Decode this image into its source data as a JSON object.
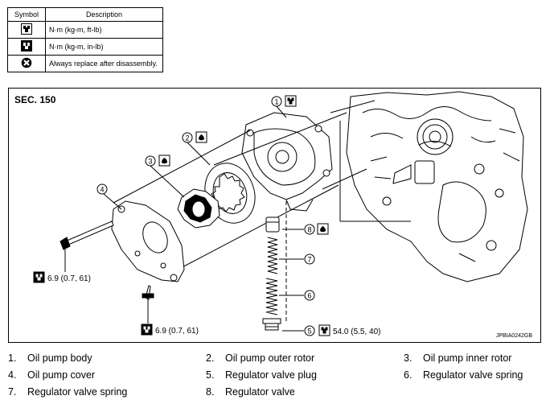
{
  "legend": {
    "header_symbol": "Symbol",
    "header_description": "Description",
    "rows": [
      {
        "icon": "torque-wrench-icon",
        "description": "N·m (kg-m, ft-lb)"
      },
      {
        "icon": "torque-wrench-small-icon",
        "description": "N·m (kg-m, in-lb)"
      },
      {
        "icon": "always-replace-icon",
        "description": "Always replace after disassembly."
      }
    ]
  },
  "diagram": {
    "section": "SEC. 150",
    "code": "JPBIA0242GB",
    "callouts": [
      "1",
      "2",
      "3",
      "4",
      "5",
      "6",
      "7",
      "8"
    ],
    "torques": {
      "cover_bolt_upper": "6.9 (0.7, 61)",
      "cover_bolt_lower": "6.9 (0.7, 61)",
      "plug": "54.0 (5.5, 40)"
    }
  },
  "parts": [
    {
      "num": "1.",
      "name": "Oil pump body"
    },
    {
      "num": "2.",
      "name": "Oil pump outer rotor"
    },
    {
      "num": "3.",
      "name": "Oil pump inner rotor"
    },
    {
      "num": "4.",
      "name": "Oil pump cover"
    },
    {
      "num": "5.",
      "name": "Regulator valve plug"
    },
    {
      "num": "6.",
      "name": "Regulator valve spring"
    },
    {
      "num": "7.",
      "name": "Regulator valve spring"
    },
    {
      "num": "8.",
      "name": "Regulator valve"
    }
  ]
}
